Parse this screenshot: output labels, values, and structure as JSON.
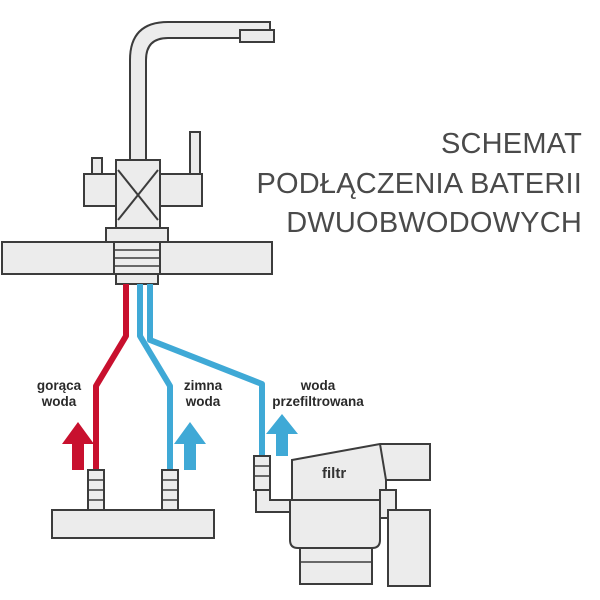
{
  "title": {
    "line1": "SCHEMAT",
    "line2": "PODŁĄCZENIA BATERII",
    "line3": "DWUOBWODOWYCH"
  },
  "labels": {
    "hot_water": [
      "gorąca",
      "woda"
    ],
    "cold_water": [
      "zimna",
      "woda"
    ],
    "filtered_water": [
      "woda",
      "przefiltrowana"
    ],
    "filter": "filtr"
  },
  "colors": {
    "hot": "#c8102e",
    "cold": "#3fa9d6",
    "outline": "#3c3c3c",
    "fill": "#ececec"
  },
  "icons": [
    "faucet-icon",
    "hot-arrow-icon",
    "cold-arrow-icon",
    "filtered-arrow-icon",
    "filter-unit-icon"
  ]
}
